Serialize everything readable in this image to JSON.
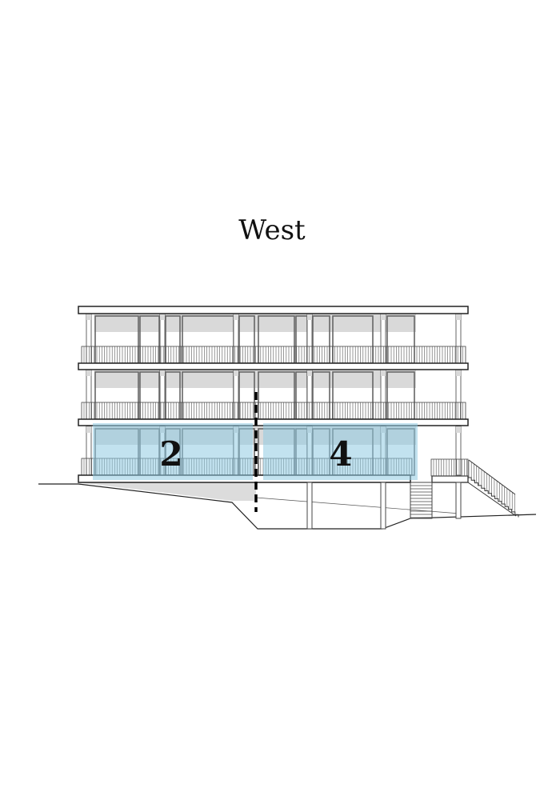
{
  "drawing": {
    "title": "West",
    "units": [
      {
        "label": "2"
      },
      {
        "label": "4"
      }
    ],
    "colors": {
      "highlight": "#8fcbe2",
      "glass_band": "#d9d9d9",
      "line": "#222222",
      "ground_fill": "#dcdcdc"
    }
  }
}
